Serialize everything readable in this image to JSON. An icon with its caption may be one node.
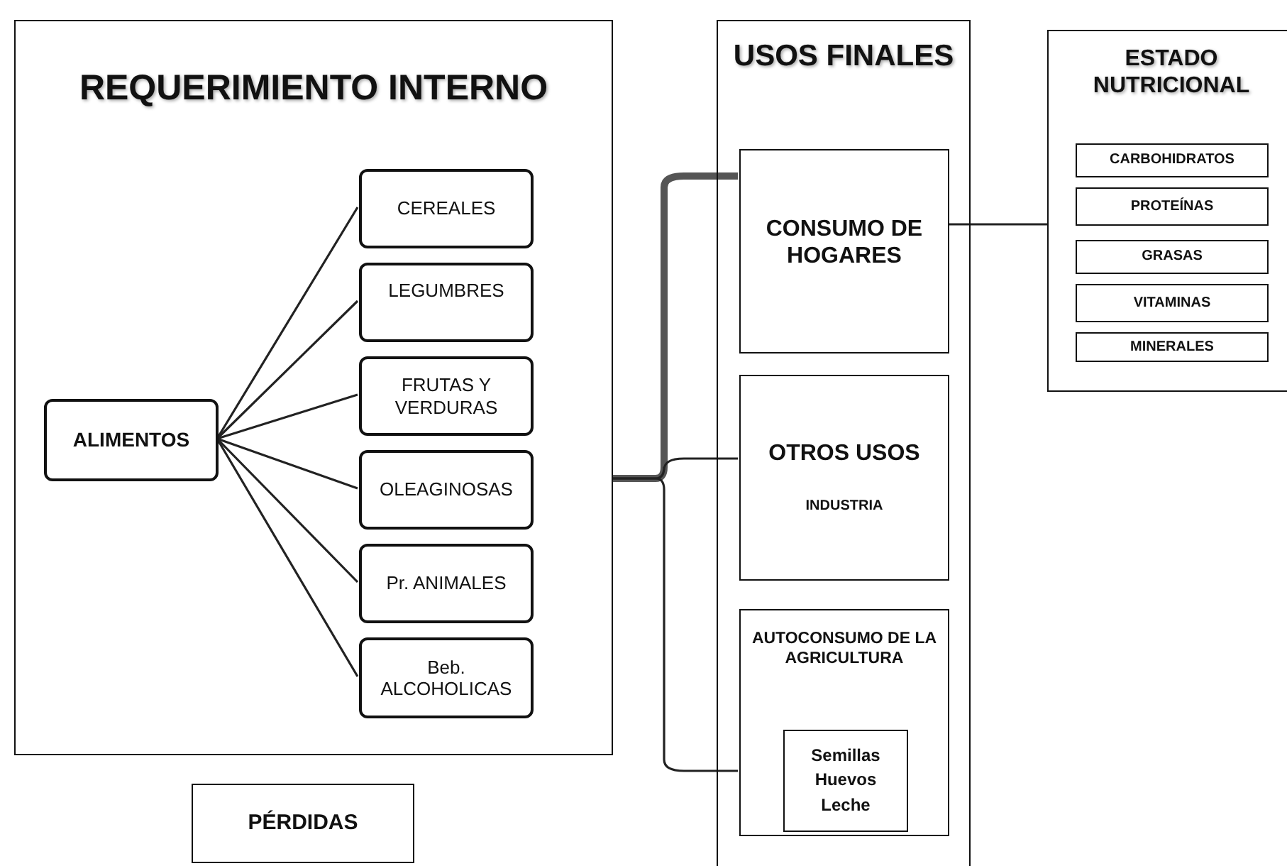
{
  "diagram": {
    "nodes": [
      {
        "text": [
          "REQUERIMIENTO INTERNO"
        ]
      },
      {
        "text": [
          "ALIMENTOS"
        ],
        "in": 0
      },
      {
        "text": [
          "CEREALES"
        ],
        "in": 0
      },
      {
        "text": [
          "LEGUMBRES"
        ],
        "in": 0
      },
      {
        "text": [
          "FRUTAS Y VERDURAS"
        ],
        "in": 0
      },
      {
        "text": [
          "OLEAGINOSAS"
        ],
        "in": 0
      },
      {
        "text": [
          "Pr. ANIMALES"
        ],
        "in": 0
      },
      {
        "text": [
          "Beb. ALCOHOLICAS"
        ],
        "in": 0
      },
      {
        "text": [
          "PÉRDIDAS"
        ]
      },
      {
        "text": [
          "USOS FINALES"
        ]
      },
      {
        "text": [
          "CONSUMO DE HOGARES"
        ],
        "in": 9
      },
      {
        "text": [
          "OTROS USOS",
          "INDUSTRIA"
        ],
        "in": 9
      },
      {
        "text": [
          "AUTOCONSUMO DE LA AGRICULTURA"
        ],
        "in": 9
      },
      {
        "text": [
          "Semillas Huevos Leche"
        ],
        "in": 12
      },
      {
        "text": [
          "ESTADO NUTRICIONAL"
        ]
      },
      {
        "text": [
          "CARBOHIDRATOS"
        ],
        "in": 14
      },
      {
        "text": [
          "PROTEÍNAS"
        ],
        "in": 14
      },
      {
        "text": [
          "GRASAS"
        ],
        "in": 14
      },
      {
        "text": [
          "VITAMINAS"
        ],
        "in": 14
      },
      {
        "text": [
          "MINERALES"
        ],
        "in": 14
      }
    ],
    "edges": [
      {
        "from": 1,
        "to": 2,
        "arrow": "none"
      },
      {
        "from": 1,
        "to": 3,
        "arrow": "none"
      },
      {
        "from": 1,
        "to": 4,
        "arrow": "none"
      },
      {
        "from": 1,
        "to": 5,
        "arrow": "none"
      },
      {
        "from": 1,
        "to": 6,
        "arrow": "none"
      },
      {
        "from": 1,
        "to": 7,
        "arrow": "none"
      },
      {
        "from": 0,
        "to": 10,
        "arrow": "none",
        "style": "thick"
      },
      {
        "from": 0,
        "to": 11,
        "arrow": "none"
      },
      {
        "from": 0,
        "to": 12,
        "arrow": "none"
      },
      {
        "from": 10,
        "to": 14,
        "arrow": "none"
      }
    ]
  }
}
